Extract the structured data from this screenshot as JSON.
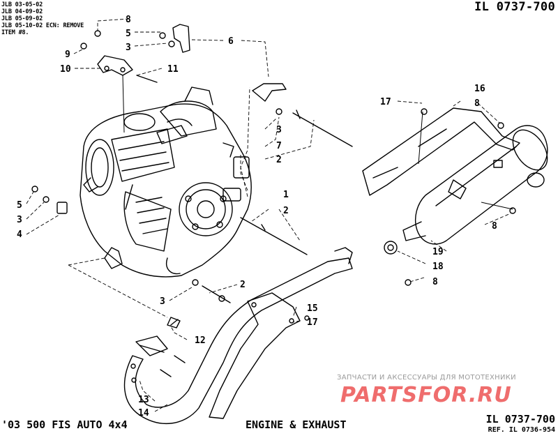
{
  "header": {
    "revision_notes": [
      "JLB 03-05-02",
      "JLB 04-09-02",
      "JLB 05-09-02",
      "JLB 05-10-02 ECN: REMOVE",
      "ITEM #8."
    ],
    "illustration_id": "IL 0737-700"
  },
  "footer": {
    "model": "'03 500 FIS AUTO 4x4",
    "title": "ENGINE & EXHAUST",
    "illustration_id": "IL 0737-700",
    "reference": "REF. IL 0736-954"
  },
  "watermark": {
    "tagline": "ЗАПЧАСТИ И АКСЕССУАРЫ ДЛЯ МОТОТЕХНИКИ",
    "logo": "PARTSFOR.RU",
    "color": "#ef6d6d"
  },
  "callouts": [
    "8",
    "5",
    "3",
    "9",
    "10",
    "11",
    "6",
    "3",
    "7",
    "2",
    "1",
    "2",
    "5",
    "3",
    "4",
    "3",
    "2",
    "12",
    "13",
    "14",
    "15",
    "17",
    "17",
    "16",
    "8",
    "8",
    "19",
    "18",
    "8"
  ]
}
